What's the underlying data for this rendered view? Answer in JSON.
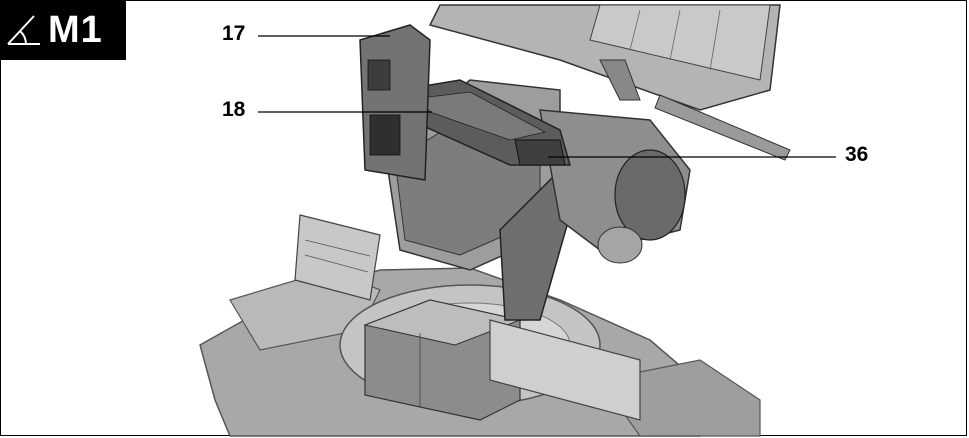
{
  "figure": {
    "badge_label": "M1",
    "badge_icon": "angle-icon"
  },
  "callouts": [
    {
      "id": "17",
      "text": "17"
    },
    {
      "id": "18",
      "text": "18"
    },
    {
      "id": "36",
      "text": "36"
    }
  ],
  "colors": {
    "badge_bg": "#000000",
    "body": "#9b9b9b",
    "dark": "#3c3c3c",
    "light": "#cfcfcf"
  }
}
